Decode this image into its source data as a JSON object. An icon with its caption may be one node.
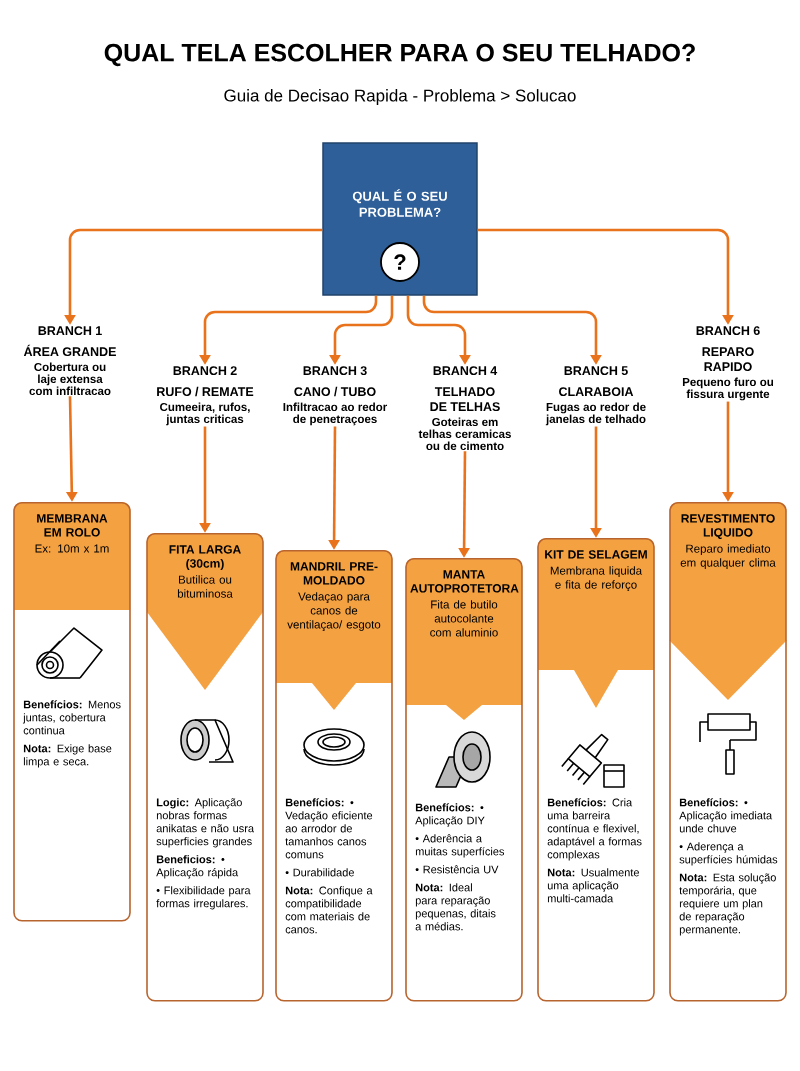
{
  "diagram": {
    "title": "QUAL TELA ESCOLHER PARA O SEU TELHADO?",
    "nodes": [
      {
        "text": [
          "QUAL É O SEU PROBLEMA?",
          "?"
        ]
      },
      {
        "text": [
          "BRANCH 1",
          "ÁREA GRANDE",
          "Cobertura ou laje extensa com infiltracao"
        ]
      },
      {
        "text": [
          "BRANCH 2",
          "RUFO / REMATE",
          "Cumeeira, rufos, juntas criticas"
        ]
      },
      {
        "text": [
          "BRANCH 3",
          "CANO / TUBO",
          "Infiltracao ao redor de penetraçoes"
        ]
      },
      {
        "text": [
          "BRANCH 4",
          "TELHADO DE TELHAS",
          "Goteiras em telhas ceramicas ou de cimento"
        ]
      },
      {
        "text": [
          "BRANCH 5",
          "CLARABOIA",
          "Fugas ao redor de janelas de telhado"
        ]
      },
      {
        "text": [
          "BRANCH 6",
          "REPARO RAPIDO",
          "Pequeno furo ou fissura urgente"
        ]
      },
      {
        "text": [
          "MEMBRANA EM ROLO",
          "Ex: 10m x 1m",
          "**Benefícios:** Menos juntas, cobertura continua",
          "**Nota:** Exige base limpa e seca."
        ]
      },
      {
        "text": [
          "FITA LARGA (30cm)",
          "Butilica ou bituminosa",
          "**Logic:** Aplicação nobras formas anikatas e não usra superficies grandes",
          "**Beneficios:** • Aplicação rápida",
          "• Flexibilidade para formas irregulares."
        ]
      },
      {
        "text": [
          "MANDRIL PRE-MOLDADO",
          "Vedaçao para canos de ventilaçao/ esgoto",
          "**Benefícios:** • Vedação eficiente ao arrodor de tamanhos canos comuns",
          "• Durabilidade",
          "**Nota:** Confique a compatibilidade com materiais de canos."
        ]
      },
      {
        "text": [
          "MANTA AUTOPROTETORA",
          "Fita de butilo autocolante com aluminio",
          "**Benefícios:** • Aplicação DIY",
          "• Aderência a muitas superfícies",
          "• Resistência UV",
          "**Nota:** Ideal para reparação pequenas, ditais a médias."
        ]
      },
      {
        "text": [
          "KIT DE SELAGEM",
          "Membrana liquida e fita de reforço",
          "**Benefícios:** Cria uma barreira contínua e flexivel, adaptável a formas complexas",
          "**Nota:** Usualmente uma aplicação multi-camada"
        ]
      },
      {
        "text": [
          "REVESTIMENTO LIQUIDO",
          "Reparo imediato em qualquer clima",
          "**Benefícios:** • Aplicação imediata unde chuve",
          "• Aderença a superfícies húmidas",
          "**Nota:** Esta solução temporária, que requiere um plan de reparação permanente."
        ]
      }
    ],
    "edges": [
      {
        "from": 0,
        "to": 1,
        "arrow": "to"
      },
      {
        "from": 0,
        "to": 2,
        "arrow": "to"
      },
      {
        "from": 0,
        "to": 3,
        "arrow": "to"
      },
      {
        "from": 0,
        "to": 4,
        "arrow": "to"
      },
      {
        "from": 0,
        "to": 5,
        "arrow": "to"
      },
      {
        "from": 0,
        "to": 6,
        "arrow": "to"
      },
      {
        "from": 1,
        "to": 7,
        "arrow": "to"
      },
      {
        "from": 2,
        "to": 8,
        "arrow": "to"
      },
      {
        "from": 3,
        "to": 9,
        "arrow": "to"
      },
      {
        "from": 4,
        "to": 10,
        "arrow": "to"
      },
      {
        "from": 5,
        "to": 11,
        "arrow": "to"
      },
      {
        "from": 6,
        "to": 12,
        "arrow": "to"
      }
    ],
    "labels": [
      "Guia de Decisao Rapida - Problema > Solucao"
    ]
  }
}
